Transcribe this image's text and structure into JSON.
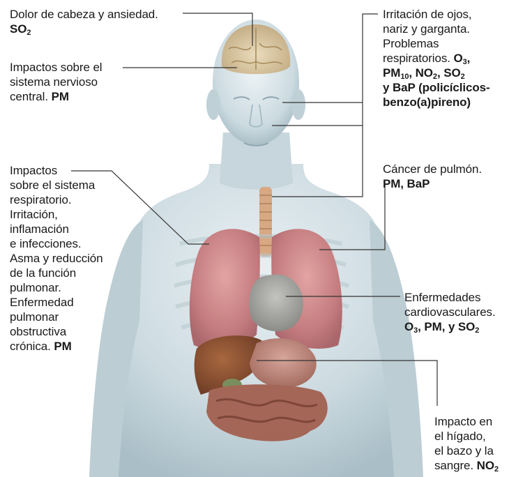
{
  "labels": [
    {
      "id": "headache",
      "lines": [
        "Dolor de cabeza y ansiedad."
      ],
      "pollutants": [
        {
          "b": "SO",
          "s": "2",
          "a": ""
        }
      ]
    },
    {
      "id": "nervous",
      "lines": [
        "Impactos sobre el",
        "sistema nervioso",
        "central. "
      ],
      "pollutants": [
        {
          "b": "PM",
          "s": "",
          "a": ""
        }
      ]
    },
    {
      "id": "respiratory",
      "lines": [
        "Impactos",
        "sobre el sistema",
        "respiratorio.",
        "Irritación,",
        "inflamación",
        "e infecciones.",
        "Asma y reducción",
        "de la función",
        "pulmonar.",
        "Enfermedad",
        "pulmonar",
        "obstructiva",
        "crónica. "
      ],
      "pollutants": [
        {
          "b": "PM",
          "s": "",
          "a": ""
        }
      ]
    },
    {
      "id": "eyes",
      "lines": [
        "Irritación de ojos,",
        "nariz y garganta.",
        "Problemas",
        "respiratorios. "
      ],
      "pollutants": [
        {
          "b": "O",
          "s": "3",
          "a": ","
        },
        {
          "b": "PM",
          "s": "10",
          "a": ", "
        },
        {
          "b": "NO",
          "s": "2",
          "a": ", "
        },
        {
          "b": "SO",
          "s": "2",
          "a": ""
        },
        {
          "b": "y BaP (policíclicos-",
          "s": "",
          "a": ""
        },
        {
          "b": "benzo(a)pireno)",
          "s": "",
          "a": ""
        }
      ]
    },
    {
      "id": "lungcancer",
      "lines": [
        "Cáncer de pulmón."
      ],
      "pollutants": [
        {
          "b": "PM, BaP",
          "s": "",
          "a": ""
        }
      ]
    },
    {
      "id": "cardio",
      "lines": [
        "Enfermedades",
        "cardiovasculares."
      ],
      "pollutants": [
        {
          "b": "O",
          "s": "3",
          "a": ", PM, y SO"
        },
        {
          "b": "",
          "s": "2",
          "a": ""
        }
      ]
    },
    {
      "id": "liver",
      "lines": [
        "Impacto en",
        "el hígado,",
        "el bazo y la",
        "sangre. "
      ],
      "pollutants": [
        {
          "b": "NO",
          "s": "2",
          "a": ""
        }
      ]
    }
  ],
  "colors": {
    "skin": "#cfdde3",
    "skin_shadow": "#9fb6c0",
    "lungs": "#c98486",
    "heart": "#a7a7a3",
    "liver": "#8a4f32",
    "intestine": "#9b5a48",
    "brain": "#d8c49c",
    "leader_lines": "#333333"
  }
}
